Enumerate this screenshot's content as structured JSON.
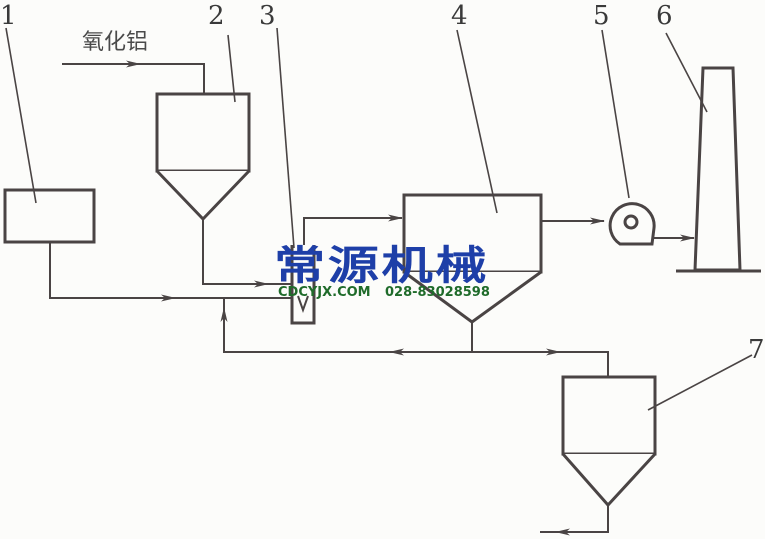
{
  "diagram": {
    "feed_label": "氧化铝",
    "components": [
      {
        "id": "1",
        "label": "1",
        "shape": "rectangle"
      },
      {
        "id": "2",
        "label": "2",
        "shape": "hopper"
      },
      {
        "id": "3",
        "label": "3",
        "shape": "venturi-reactor"
      },
      {
        "id": "4",
        "label": "4",
        "shape": "hopper"
      },
      {
        "id": "5",
        "label": "5",
        "shape": "fan"
      },
      {
        "id": "6",
        "label": "6",
        "shape": "chimney"
      },
      {
        "id": "7",
        "label": "7",
        "shape": "hopper"
      }
    ],
    "flows": [
      {
        "from": "feed",
        "to": "2"
      },
      {
        "from": "1",
        "to": "3"
      },
      {
        "from": "2",
        "to": "3"
      },
      {
        "from": "3",
        "to": "4"
      },
      {
        "from": "4",
        "to": "5"
      },
      {
        "from": "5",
        "to": "6"
      },
      {
        "from": "4",
        "to": "3",
        "note": "recycle"
      },
      {
        "from": "4",
        "to": "7"
      },
      {
        "from": "7",
        "to": "out"
      }
    ]
  },
  "watermark": {
    "title": "常源机械",
    "site": "CDCYJX.COM",
    "phone": "028-83028598",
    "title_color": "#1e3fa8",
    "sub_color": "#1f6b2a"
  }
}
